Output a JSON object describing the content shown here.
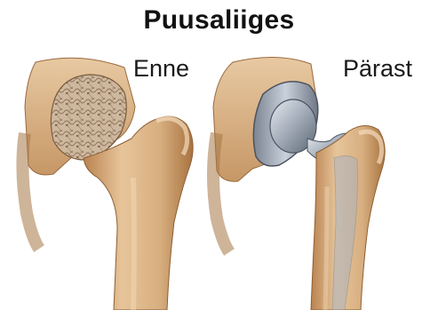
{
  "title": "Puusaliiges",
  "labels": {
    "before": "Enne",
    "after": "Pärast"
  },
  "colors": {
    "bone_light": "#e9c9a0",
    "bone_mid": "#d3a877",
    "bone_dark": "#9a6a3f",
    "implant_light": "#c9d1dc",
    "implant_dark": "#5d6775",
    "damaged": "#c9b49c"
  }
}
